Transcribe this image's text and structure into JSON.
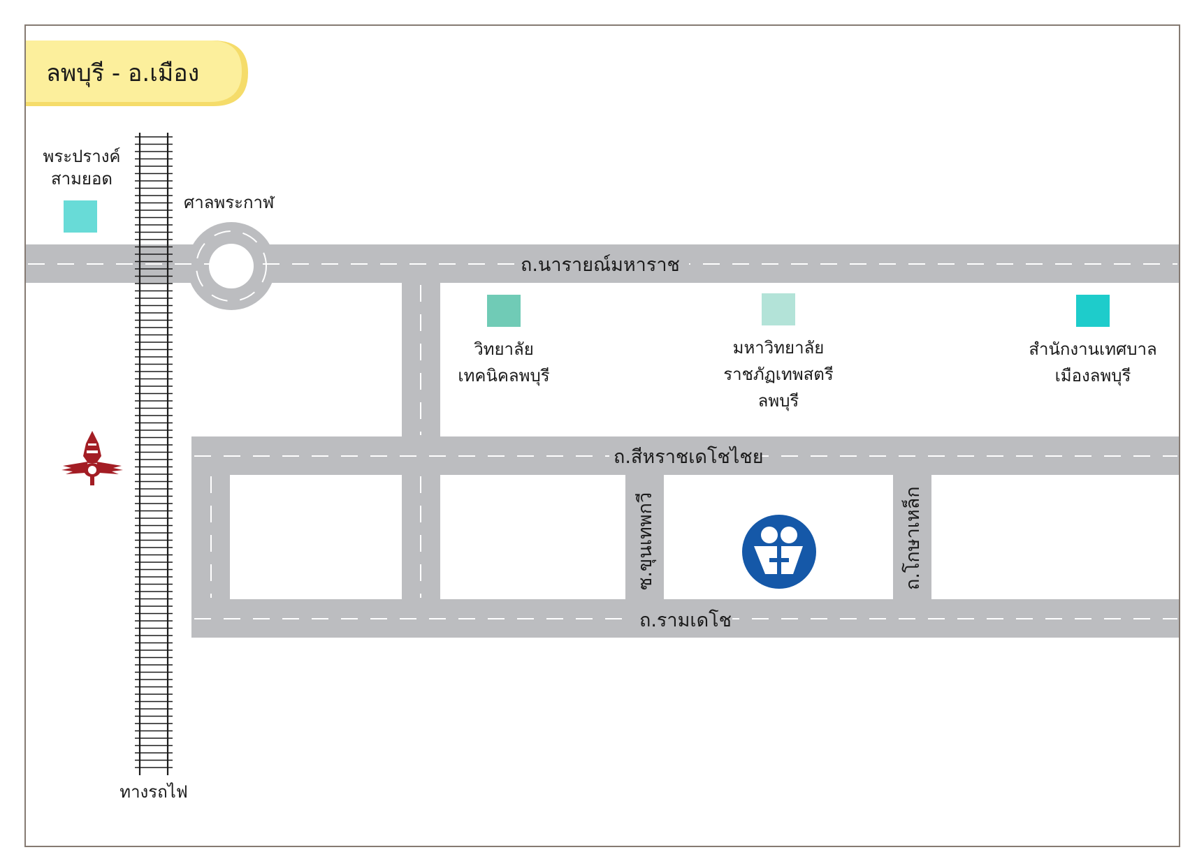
{
  "title": "ลพบุรี - อ.เมือง",
  "colors": {
    "road": "#bcbdc0",
    "lane_mark": "#ffffff",
    "rail": "#1a1a1a",
    "border": "#857a72",
    "title_bg": "#fcef9c",
    "title_shadow": "#f5dc6a",
    "marker_prang": "#68dbd7",
    "marker_tech": "#70cbb6",
    "marker_rajabhat": "#b3e3d8",
    "marker_municipal": "#1ecccb",
    "destination": "#1558a8",
    "railway_logo": "#a31d24"
  },
  "roads": {
    "narai": "ถ.นารายณ์มหาราช",
    "sorasak": "ถ.สีหราชเดโชไชย",
    "ramdecho": "ถ.รามเดโช",
    "khunthep": "ซ.ขุนเทพกวี",
    "khosalek": "ถ.โกษาเหล็ก"
  },
  "places": {
    "prang_line1": "พระปรางค์",
    "prang_line2": "สามยอด",
    "shrine": "ศาลพระกาฬ",
    "tech_line1": "วิทยาลัย",
    "tech_line2": "เทคนิคลพบุรี",
    "rajabhat_line1": "มหาวิทยาลัย",
    "rajabhat_line2": "ราชภัฏเทพสตรี",
    "rajabhat_line3": "ลพบุรี",
    "municipal_line1": "สำนักงานเทศบาล",
    "municipal_line2": "เมืองลพบุรี",
    "railway": "ทางรถไฟ"
  },
  "icons": {
    "destination": "family-logo-icon",
    "railway_logo": "state-railway-emblem-icon",
    "roundabout": "roundabout-icon"
  }
}
